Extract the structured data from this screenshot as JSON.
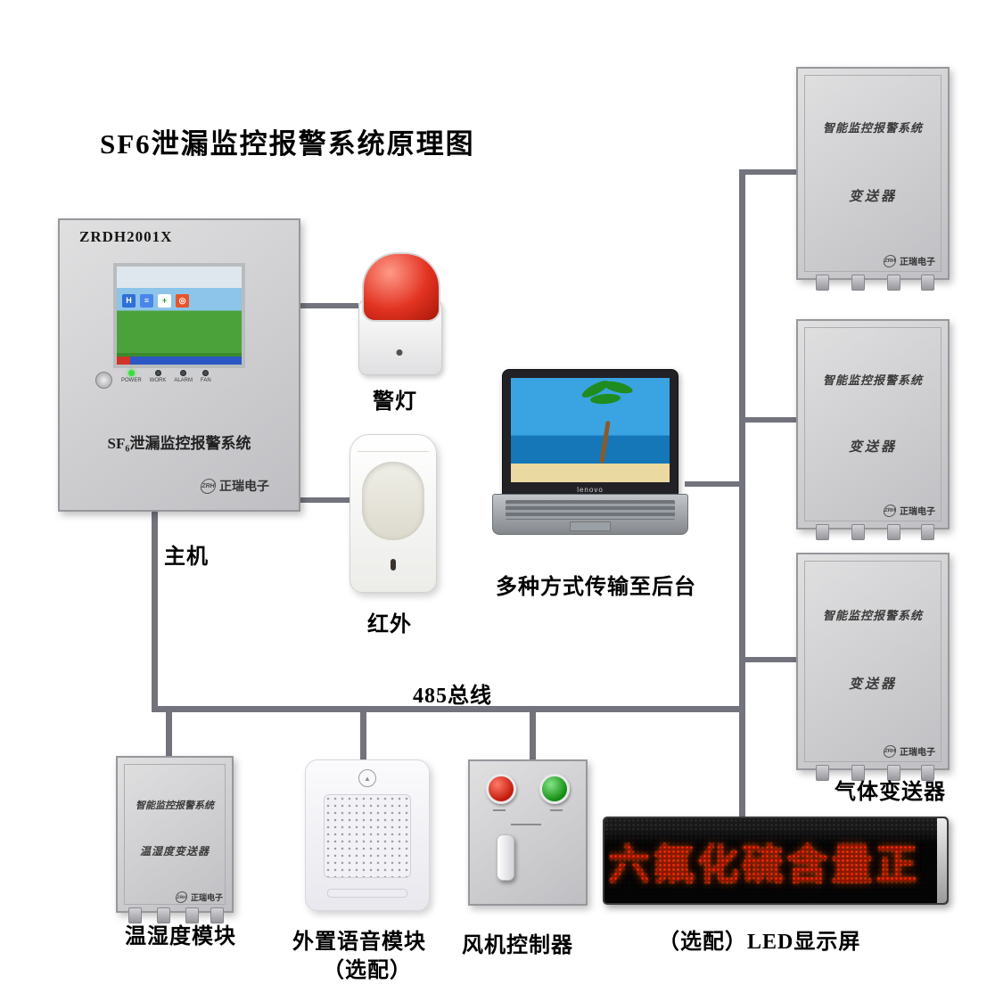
{
  "title": "SF6泄漏监控报警系统原理图",
  "colors": {
    "line": "#73737d",
    "led_red": "#ff2a00"
  },
  "main_unit": {
    "model": "ZRDH2001X",
    "name": "SF₆泄漏监控报警系统",
    "brand": "正瑞电子",
    "brand_mark": "ZRH",
    "led_labels": [
      "POWER",
      "WORK",
      "ALARM",
      "FAN"
    ],
    "label": "主机"
  },
  "alarm_light": {
    "label": "警灯"
  },
  "infrared": {
    "label": "红外"
  },
  "laptop": {
    "brand": "lenovo",
    "caption": "多种方式传输至后台"
  },
  "bus": {
    "label": "485总线"
  },
  "transmitters": {
    "group_label": "气体变送器",
    "items": [
      {
        "line1": "智能监控报警系统",
        "line2": "变送器",
        "brand": "正瑞电子"
      },
      {
        "line1": "智能监控报警系统",
        "line2": "变送器",
        "brand": "正瑞电子"
      },
      {
        "line1": "智能监控报警系统",
        "line2": "变送器",
        "brand": "正瑞电子"
      }
    ]
  },
  "temp_module": {
    "line1": "智能监控报警系统",
    "line2": "温湿度变送器",
    "brand": "正瑞电子",
    "label": "温湿度模块"
  },
  "voice_module": {
    "label": "外置语音模块",
    "sublabel": "（选配）"
  },
  "fan_controller": {
    "label": "风机控制器"
  },
  "led_display": {
    "text": "六氟化硫含量正",
    "label": "（选配）LED显示屏"
  }
}
